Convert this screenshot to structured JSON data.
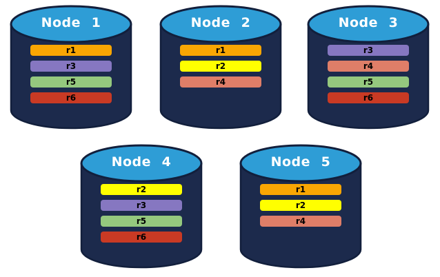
{
  "colors": {
    "background": "#FFFFFF",
    "cylinder_body": "#1C2A4C",
    "cylinder_top": "#2E9DD6",
    "cylinder_outline": "#121F3C",
    "node_label_text": "#FFFFFF",
    "replica_label_text": "#000000"
  },
  "nodes": [
    {
      "label": "Node 1",
      "replicas": [
        {
          "label": "r1",
          "color": "#F9A603"
        },
        {
          "label": "r3",
          "color": "#8677C1"
        },
        {
          "label": "r5",
          "color": "#95C87E"
        },
        {
          "label": "r6",
          "color": "#C93A24"
        }
      ]
    },
    {
      "label": "Node 2",
      "replicas": [
        {
          "label": "r1",
          "color": "#F9A603"
        },
        {
          "label": "r2",
          "color": "#FFFF00"
        },
        {
          "label": "r4",
          "color": "#DF7E68"
        }
      ]
    },
    {
      "label": "Node 3",
      "replicas": [
        {
          "label": "r3",
          "color": "#8677C1"
        },
        {
          "label": "r4",
          "color": "#DF7E68"
        },
        {
          "label": "r5",
          "color": "#95C87E"
        },
        {
          "label": "r6",
          "color": "#C93A24"
        }
      ]
    },
    {
      "label": "Node 4",
      "replicas": [
        {
          "label": "r2",
          "color": "#FFFF00"
        },
        {
          "label": "r3",
          "color": "#8677C1"
        },
        {
          "label": "r5",
          "color": "#95C87E"
        },
        {
          "label": "r6",
          "color": "#C93A24"
        }
      ]
    },
    {
      "label": "Node 5",
      "replicas": [
        {
          "label": "r1",
          "color": "#F9A603"
        },
        {
          "label": "r2",
          "color": "#FFFF00"
        },
        {
          "label": "r4",
          "color": "#DF7E68"
        }
      ]
    }
  ]
}
